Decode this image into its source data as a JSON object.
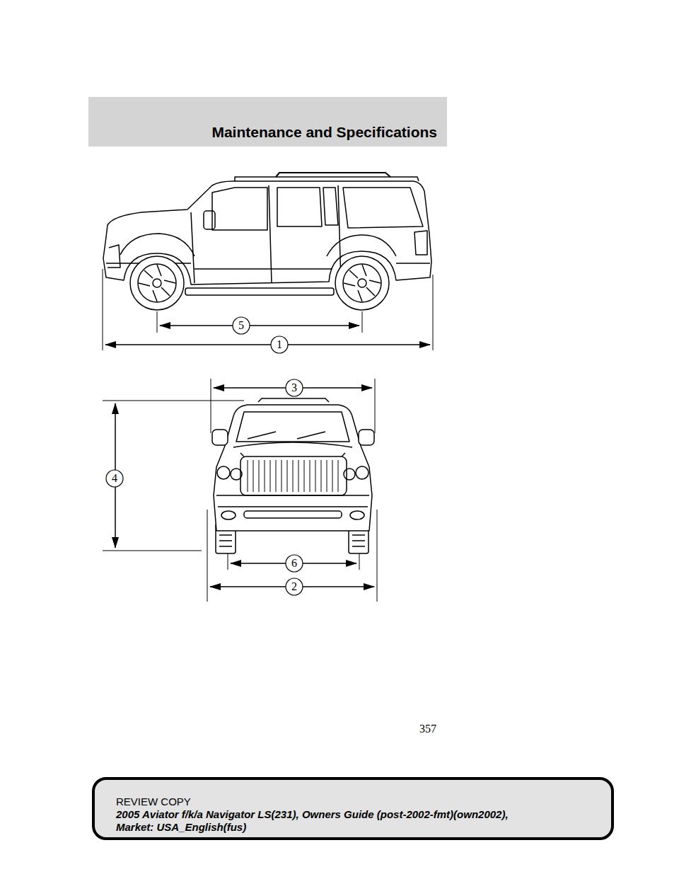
{
  "diagram": {
    "title": "Maintenance and Specifications",
    "nodes": [
      {
        "text": [
          "REVIEW COPY",
          "2005 Aviator f/k/a Navigator LS(231), Owners Guide (post-2002-fmt)(own2002),",
          "Market: USA_English(fus)"
        ]
      }
    ],
    "labels": [
      "5",
      "1",
      "3",
      "4",
      "6",
      "2",
      "357"
    ]
  }
}
